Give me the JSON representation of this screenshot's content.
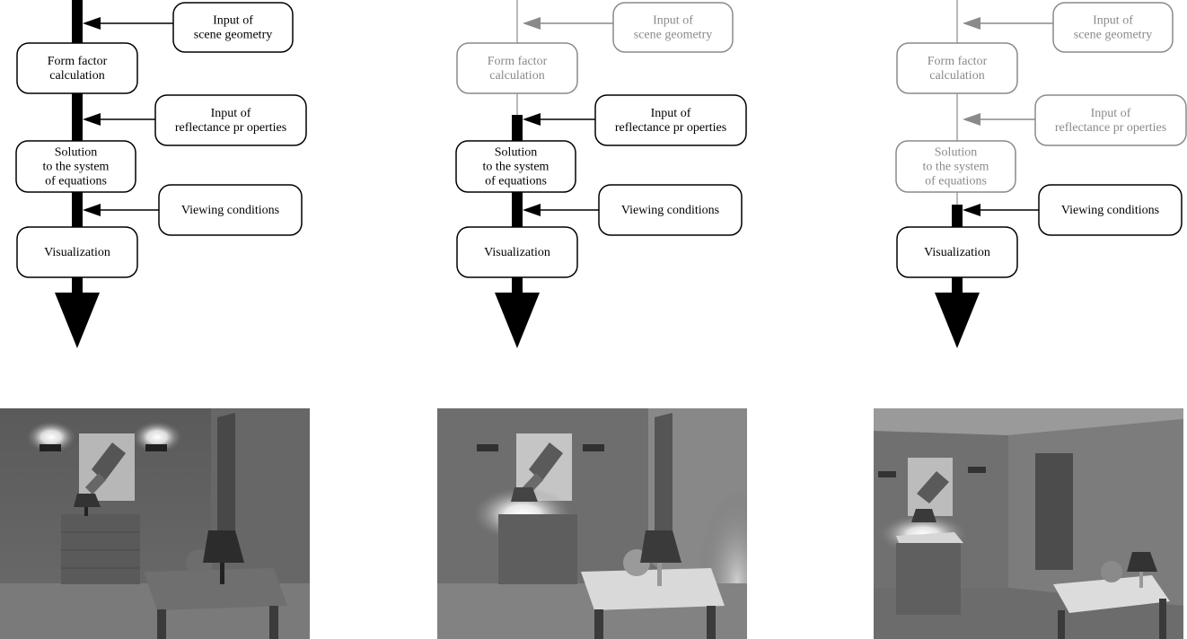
{
  "panels": [
    {
      "id": "full",
      "labels": {
        "geometry": [
          "Input of",
          "scene geometry"
        ],
        "form_factor": [
          "Form factor",
          "calculation"
        ],
        "reflectance": [
          "Input of",
          "reflectance pr  operties"
        ],
        "solution": [
          "Solution",
          "to the system",
          "of equations"
        ],
        "viewing": [
          "Viewing conditions"
        ],
        "visualization": [
          "Visualization"
        ]
      },
      "active": {
        "geometry": true,
        "form_factor": true,
        "reflectance": true,
        "solution": true,
        "viewing": true,
        "visualization": true
      }
    },
    {
      "id": "reflectance-change",
      "labels": {
        "geometry": [
          "Input of",
          "scene geometry"
        ],
        "form_factor": [
          "Form factor",
          "calculation"
        ],
        "reflectance": [
          "Input of",
          "reflectance pr  operties"
        ],
        "solution": [
          "Solution",
          "to the system",
          "of equations"
        ],
        "viewing": [
          "Viewing conditions"
        ],
        "visualization": [
          "Visualization"
        ]
      },
      "active": {
        "geometry": false,
        "form_factor": false,
        "reflectance": true,
        "solution": true,
        "viewing": true,
        "visualization": true
      }
    },
    {
      "id": "viewing-change",
      "labels": {
        "geometry": [
          "Input of",
          "scene geometry"
        ],
        "form_factor": [
          "Form factor",
          "calculation"
        ],
        "reflectance": [
          "Input of",
          "reflectance pr  operties"
        ],
        "solution": [
          "Solution",
          "to the system",
          "of equations"
        ],
        "viewing": [
          "Viewing conditions"
        ],
        "visualization": [
          "Visualization"
        ]
      },
      "active": {
        "geometry": false,
        "form_factor": false,
        "reflectance": false,
        "solution": false,
        "viewing": true,
        "visualization": true
      }
    }
  ],
  "colors": {
    "active": "#000000",
    "inactive": "#8a8a8a"
  }
}
